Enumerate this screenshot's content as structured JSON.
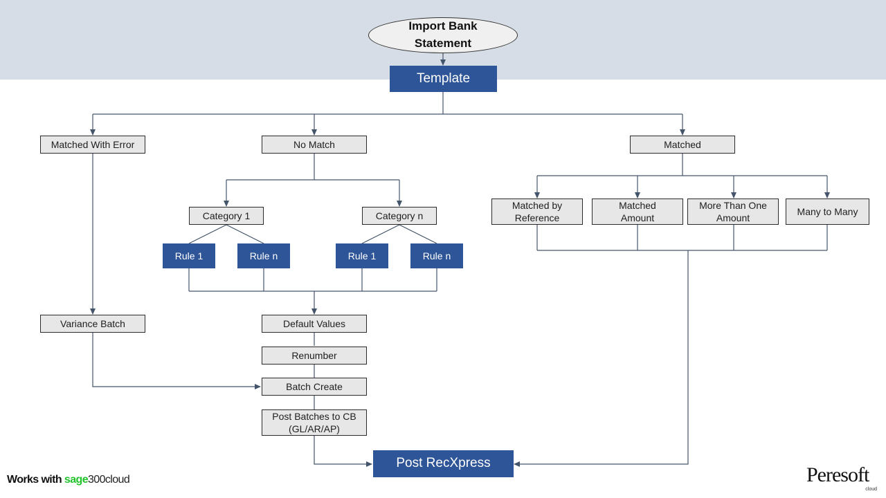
{
  "title": "Import Bank Statement",
  "nodes": {
    "template": "Template",
    "matched_with_error": "Matched With Error",
    "no_match": "No Match",
    "matched": "Matched",
    "category_1": "Category 1",
    "category_n": "Category n",
    "rule_1_a": "Rule 1",
    "rule_n_a": "Rule n",
    "rule_1_b": "Rule 1",
    "rule_n_b": "Rule n",
    "matched_by_reference": "Matched by Reference",
    "matched_amount": "Matched Amount",
    "more_than_one_amount": "More Than One Amount",
    "many_to_many": "Many to Many",
    "variance_batch": "Variance Batch",
    "default_values": "Default Values",
    "renumber": "Renumber",
    "batch_create": "Batch Create",
    "post_batches": "Post Batches to CB (GL/AR/AP)",
    "post_recxpress": "Post RecXpress"
  },
  "footer": {
    "works_with": "Works with",
    "sage": "sage",
    "product": "300cloud",
    "logo": "Peresoft",
    "logo_sub": "cloud"
  },
  "colors": {
    "band": "#d6dde6",
    "blue_box": "#2e5597",
    "gray_box": "#e7e7e7",
    "connector": "#44546a",
    "sage_green": "#22c32b"
  }
}
